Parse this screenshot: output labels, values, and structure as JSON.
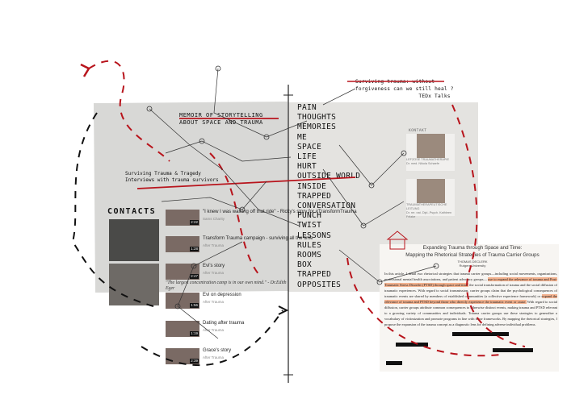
{
  "labels": {
    "memoir_line1": "MEMOIR OF STORYTELLING",
    "memoir_line2": "ABOUT SPACE AND TRAUMA",
    "surviving_line1": "Surviving Trauma & Tragedy",
    "surviving_line2": "Interviews with trauma survivors",
    "ted_line1": "Surviving trauma: without",
    "ted_line2": "forgiveness can we still heal ?",
    "ted_line3": "TEDx Talks",
    "contacts": "CONTACTS"
  },
  "word_list": [
    "PAIN",
    "THOUGHTS",
    "MEMORIES",
    "ME",
    "SPACE",
    "LIFE",
    "HURT",
    "OUTSIDE WORLD",
    "INSIDE",
    "TRAPPED",
    "CONVERSATION",
    "PUNCH",
    "TWIST",
    "LESSONS",
    "RULES",
    "ROOMS",
    "BOX",
    "TRAPPED",
    "OPPOSITES"
  ],
  "videos": [
    {
      "title": "\"I knew I was walking off that ride\" - Ricky's story for #TransformTrauma",
      "sub": "Sams Charity",
      "dur": "2:22"
    },
    {
      "title": "Transform Trauma campaign - surviving all the time",
      "sub": "After Trauma",
      "dur": "1:28"
    },
    {
      "title": "Evi's story",
      "sub": "After Trauma",
      "dur": "2:47"
    },
    {
      "title": "Evi on depression",
      "sub": "After Trauma",
      "dur": "1:56"
    },
    {
      "title": "Dating after trauma",
      "sub": "After Trauma",
      "dur": "1:19"
    },
    {
      "title": "Grace's story",
      "sub": "After Trauma",
      "dur": "2:39"
    }
  ],
  "quote": {
    "text": "\"The largest concentration camp is in our own mind.\"",
    "attribution": "- Dr.Edith Eger"
  },
  "paper": {
    "title_line1": "Expanding Trauma through Space and Time:",
    "title_line2": "Mapping the Rhetorical Strategies of Trauma Carrier Groups",
    "author": "THOMAS DECLERK",
    "affiliation": "Rutgers University",
    "body_before": "In this article, I detail two rhetorical strategies that trauma carrier groups—including social movements, organizations, professional mental health associations, and patient advocacy groups—",
    "body_hl1": "use to expand the relevance of trauma and Post-Traumatic Stress Disorder (PTSD) through space and time:",
    "body_mid": " the social transformation of trauma and the social diffusion of traumatic experiences. With regard to social transmission, carrier groups claim that the psychological consequences of traumatic events are shared by members of established communities (a collective experience framework) or ",
    "body_hl2": "expand the relevance of trauma and PTSD beyond those who directly experience the traumatic event or cause.",
    "body_after": " With regard to social diffusion, carrier groups attribute common consequences to otherwise distinct events, making trauma and PTSD relevant to a growing variety of communities and individuals. Trauma carrier groups use these strategies to generalize a vocabulary of victimization and promote programs in line with these frameworks. By mapping the rhetorical strategies, I propose the expansion of the trauma concept as a diagnostic lens for defining adverse individual problems."
  },
  "cards": [
    {
      "caption": "LEFZOSE TRAUMATHERAPIE",
      "name": "Dr. med. Nikola Schaefe"
    },
    {
      "caption": "TRAUMATHERAPEUTISCHE LEITUNG",
      "name": "Dr. rer. nat. Dipl.-Psych. Kathleen Fritzke"
    }
  ],
  "right_header": "KONTAKT",
  "colors": {
    "accent_red": "#b8141c",
    "ink": "#222222",
    "highlight": "#f3b28f"
  }
}
